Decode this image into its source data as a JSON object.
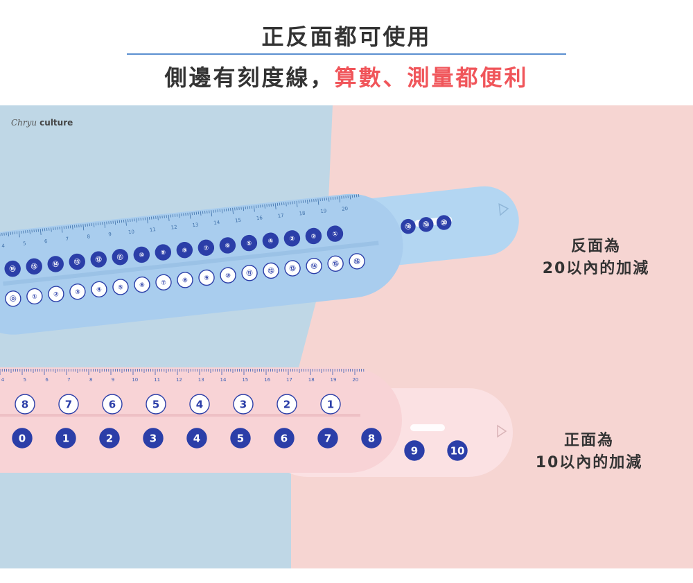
{
  "header": {
    "title": "正反面都可使用",
    "subtitle_dark": "側邊有刻度線，",
    "subtitle_red": "算數、測量都便利"
  },
  "photo": {
    "brand_script": "Chryu",
    "brand_word": "culture",
    "colors": {
      "blue_bg": "#bfd7e6",
      "pink_bg": "#f6d5d2",
      "blue_ruler": "#a9cdee",
      "pink_ruler": "#f8d3d6",
      "token": "#2b3ea8"
    },
    "back_caption": {
      "line1": "反面為",
      "line2": "20以內的加減"
    },
    "front_caption": {
      "line1": "正面為",
      "line2": "10以內的加減"
    },
    "blue_ruler": {
      "scale_labels": [
        "4",
        "5",
        "6",
        "7",
        "8",
        "9",
        "10",
        "11",
        "12",
        "13",
        "14",
        "15",
        "16",
        "17",
        "18",
        "19",
        "20"
      ],
      "top_row": [
        "⑯",
        "⑮",
        "⑭",
        "⑬",
        "⑫",
        "⑪",
        "⑩",
        "⑨",
        "⑧",
        "⑦",
        "⑥",
        "⑤",
        "④",
        "③",
        "②",
        "①"
      ],
      "bottom_row": [
        "⓪",
        "①",
        "②",
        "③",
        "④",
        "⑤",
        "⑥",
        "⑦",
        "⑧",
        "⑨",
        "⑩",
        "⑪",
        "⑫",
        "⑬",
        "⑭",
        "⑮",
        "⑯"
      ],
      "slider_row": [
        "⑱",
        "⑲",
        "⑳"
      ]
    },
    "pink_ruler": {
      "scale_labels": [
        "4",
        "5",
        "6",
        "7",
        "8",
        "9",
        "10",
        "11",
        "12",
        "13",
        "14",
        "15",
        "16",
        "17",
        "18",
        "19",
        "20"
      ],
      "top_row": [
        "8",
        "7",
        "6",
        "5",
        "4",
        "3",
        "2",
        "1"
      ],
      "bottom_row": [
        "0",
        "1",
        "2",
        "3",
        "4",
        "5",
        "6",
        "7",
        "8"
      ],
      "slider_row": [
        "9",
        "10"
      ]
    }
  }
}
